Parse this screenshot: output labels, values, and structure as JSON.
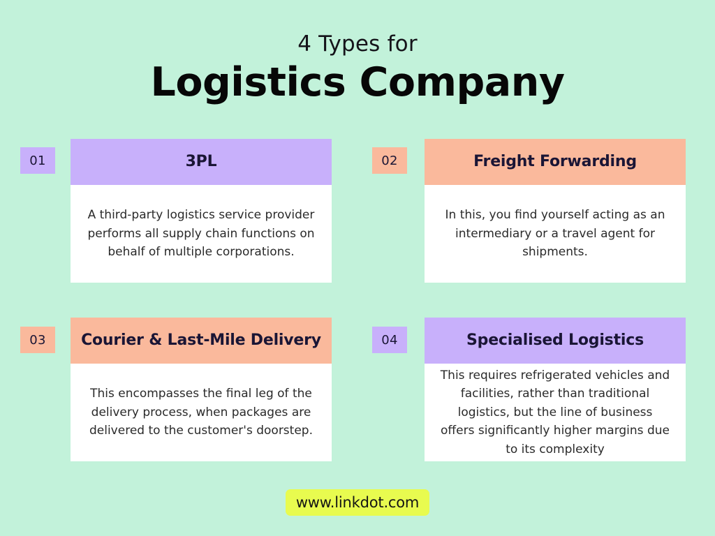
{
  "colors": {
    "background": "#c2f2da",
    "purple": "#c8b0fb",
    "peach": "#fab99c",
    "white": "#ffffff",
    "yellow": "#e8fb4f",
    "heading_text": "#1a1535",
    "body_text": "#2a2a2a",
    "title_text": "#070707"
  },
  "title": {
    "subtitle": "4 Types for",
    "main": "Logistics Company"
  },
  "cards": [
    {
      "number": "01",
      "heading": "3PL",
      "body": "A third-party logistics service provider performs all supply chain functions on behalf of multiple corporations.",
      "accent": "#c8b0fb"
    },
    {
      "number": "02",
      "heading": "Freight Forwarding",
      "body": "In this, you find yourself acting as an intermediary or a travel agent for shipments.",
      "accent": "#fab99c"
    },
    {
      "number": "03",
      "heading": "Courier & Last-Mile Delivery",
      "body": "This encompasses the final leg of the delivery process, when packages are delivered to the customer's doorstep.",
      "accent": "#fab99c"
    },
    {
      "number": "04",
      "heading": "Specialised Logistics",
      "body": "This requires refrigerated vehicles and facilities, rather than traditional logistics, but the line of business offers significantly higher margins due to its complexity",
      "accent": "#c8b0fb"
    }
  ],
  "footer": {
    "url": "www.linkdot.com"
  }
}
